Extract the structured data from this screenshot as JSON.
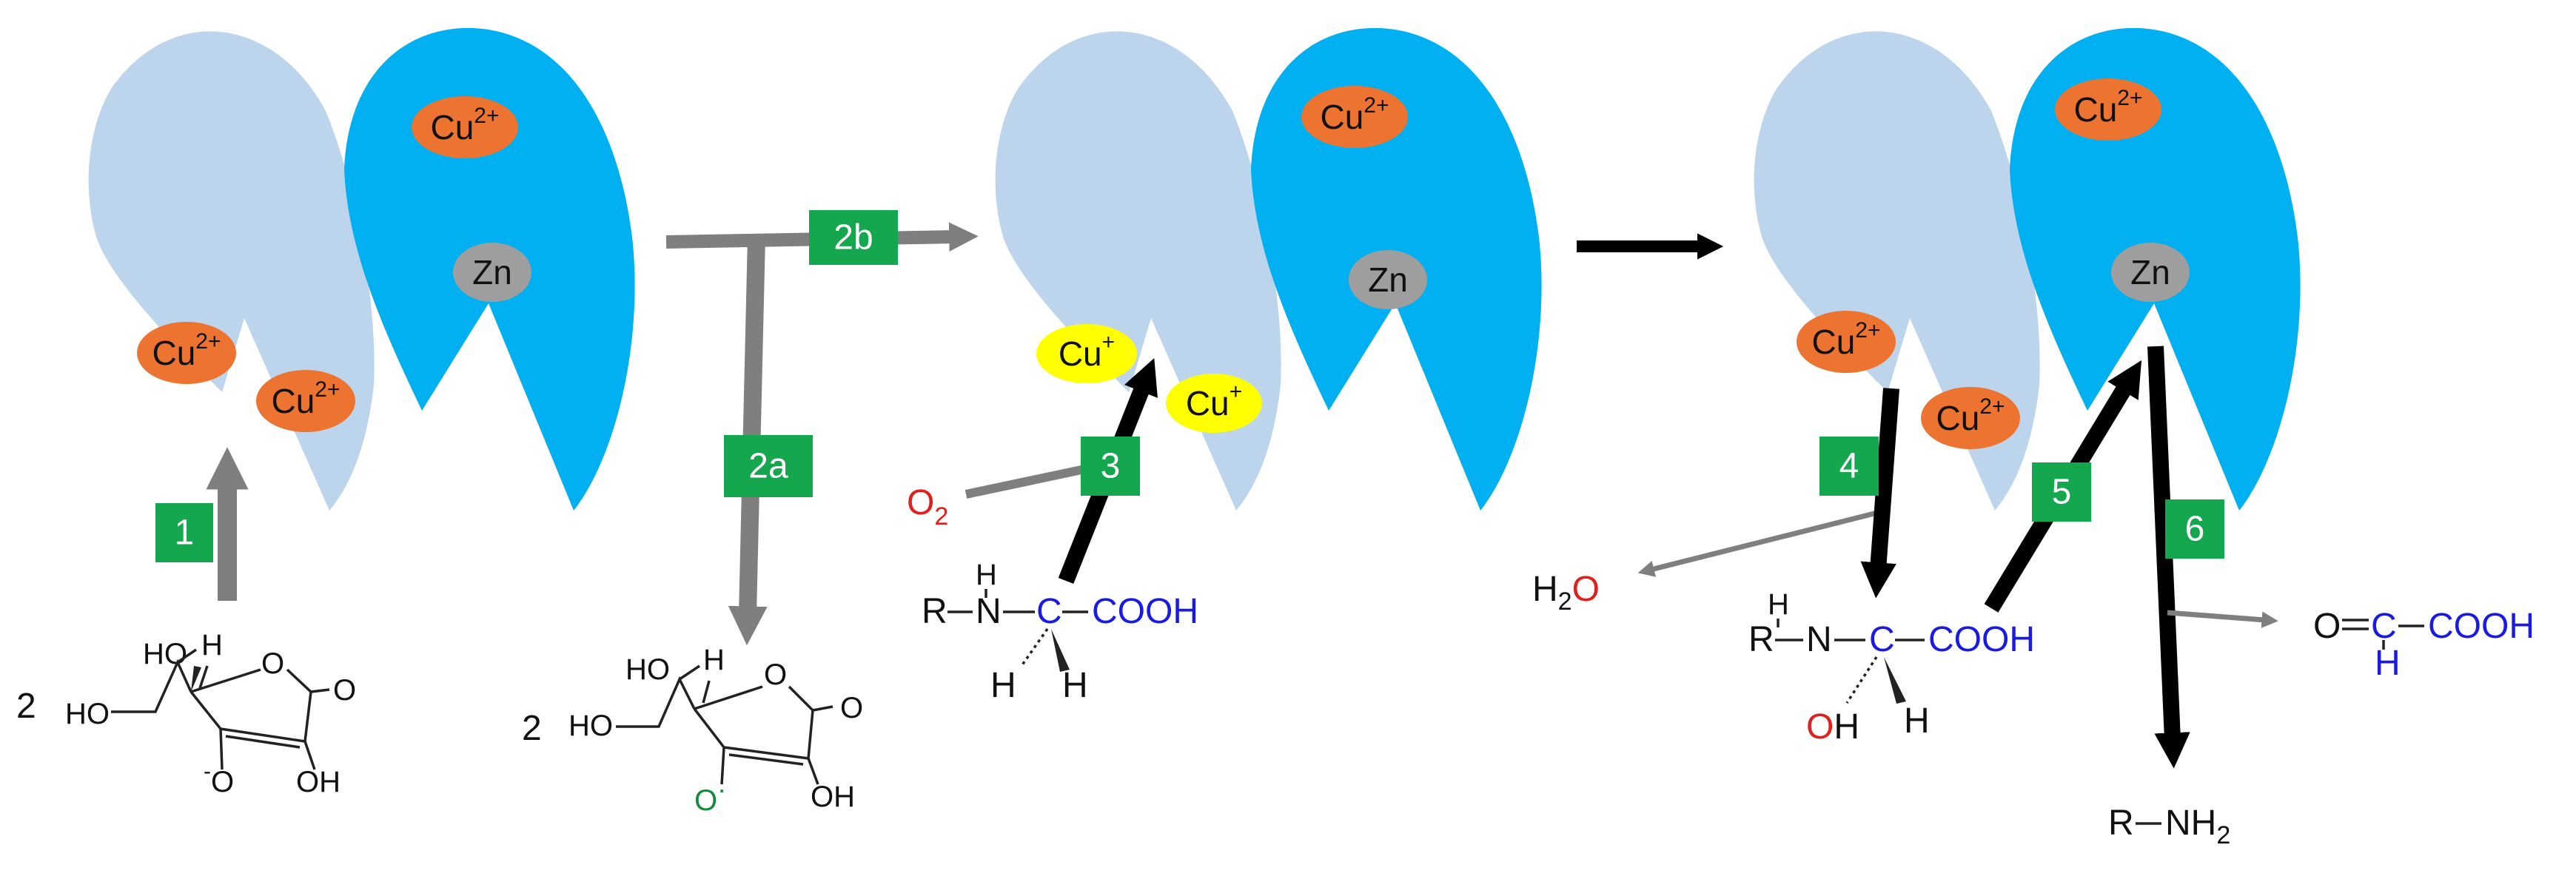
{
  "colors": {
    "lobe_light": "#bcd5ec",
    "lobe_dark": "#00b0f0",
    "cu2_ion": "#ec7430",
    "cu1_ion": "#ffff00",
    "zn_ion": "#9e9e9e",
    "step_box": "#15a74e",
    "gray_arrow": "#7f7f7f",
    "black_arrow": "#000000",
    "substrate_blue": "#1a1ae6",
    "oxygen_red": "#e0201c",
    "radical_green": "#138a3e"
  },
  "ions": {
    "cu2": "Cu",
    "cu2_charge": "2+",
    "cu1": "Cu",
    "cu1_charge": "+",
    "zn": "Zn"
  },
  "steps": [
    "1",
    "2a",
    "2b",
    "3",
    "4",
    "5",
    "6"
  ],
  "labels": {
    "coefficient": "2",
    "ho": "HO",
    "oh": "OH",
    "h": "H",
    "o": "O",
    "minus": "-",
    "radical_dot": "·",
    "r": "R",
    "n": "N",
    "c": "C",
    "cooh": "COOH",
    "o2_o": "O",
    "o2_sub": "2",
    "h2o_h": "H",
    "h2o_sub": "2",
    "h2o_o": "O",
    "nh2": "NH",
    "nh2_sub": "2",
    "eq": "="
  }
}
